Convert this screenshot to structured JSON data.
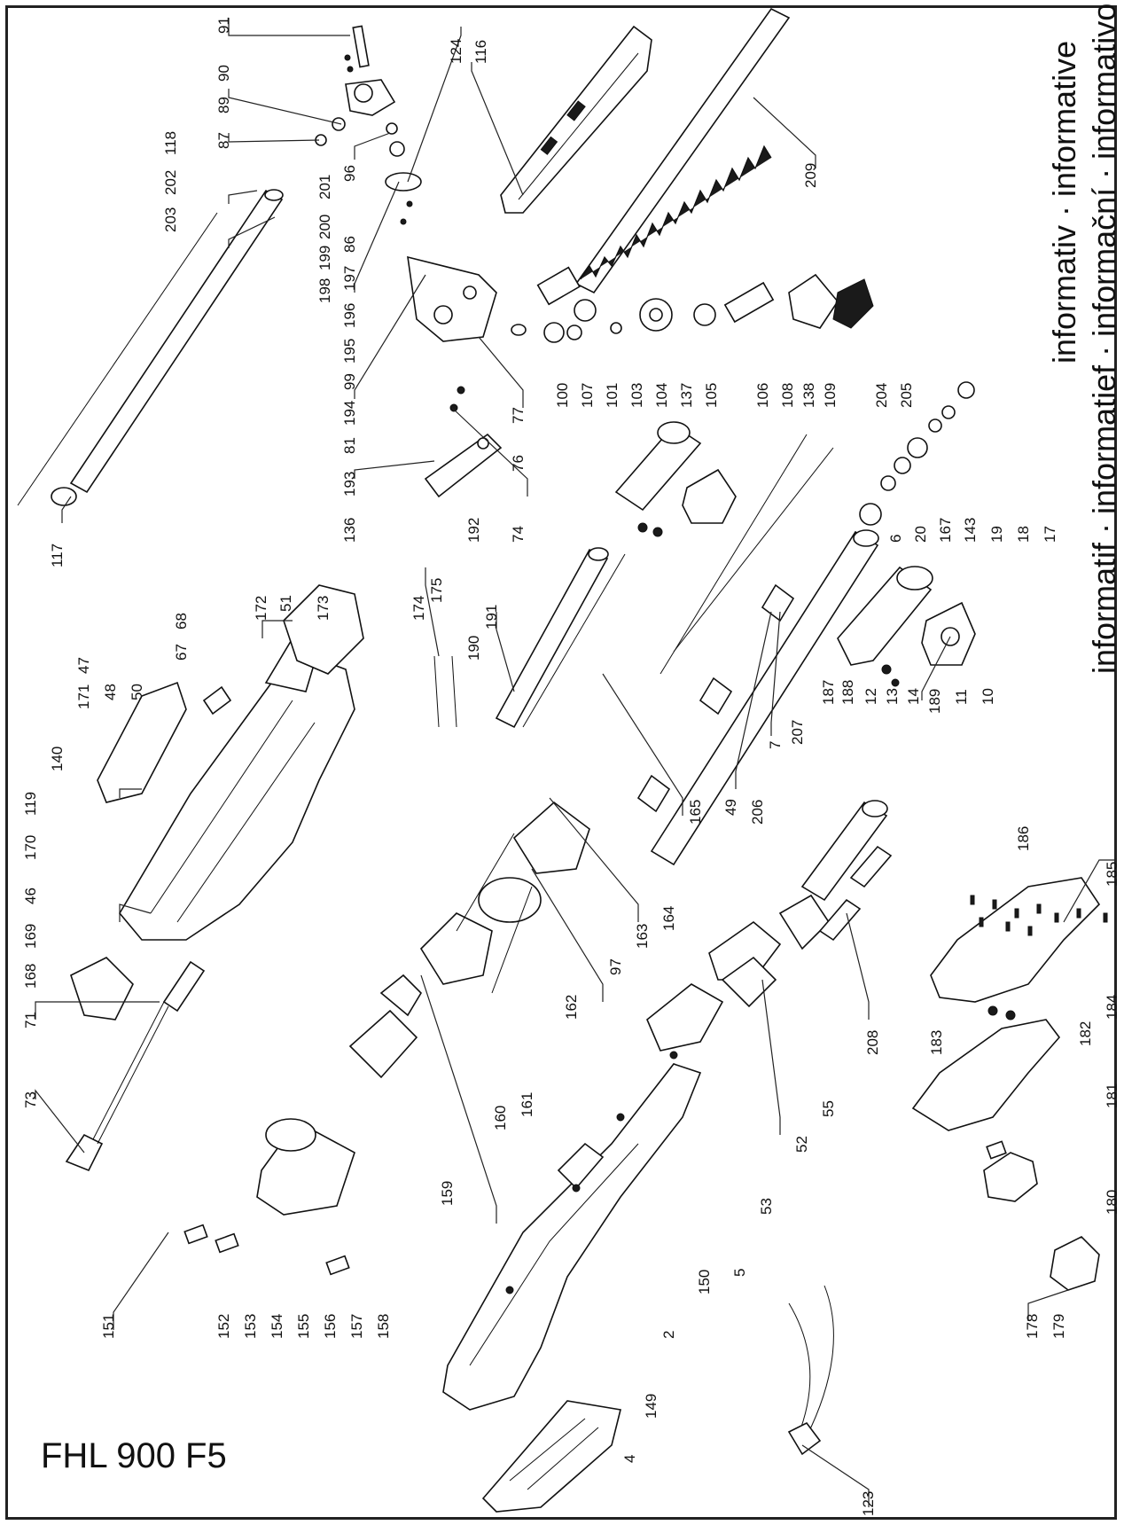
{
  "model": "FHL 900 F5",
  "side_text": {
    "line1": "informativ · informative",
    "line2": "informatif · informatief · informační · informativo"
  },
  "part_numbers": {
    "p1": "91",
    "p2": "90",
    "p3": "89",
    "p4": "87",
    "p5": "118",
    "p6": "202",
    "p7": "203",
    "p8": "124",
    "p9": "116",
    "p10": "96",
    "p11": "201",
    "p12": "200",
    "p13": "199",
    "p14": "198",
    "p15": "86",
    "p16": "197",
    "p17": "196",
    "p18": "195",
    "p19": "99",
    "p20": "194",
    "p21": "81",
    "p22": "193",
    "p23": "136",
    "p24": "192",
    "p25": "76",
    "p26": "77",
    "p27": "74",
    "p28": "209",
    "p29": "100",
    "p30": "107",
    "p31": "101",
    "p32": "103",
    "p33": "104",
    "p34": "137",
    "p35": "105",
    "p36": "106",
    "p37": "108",
    "p38": "138",
    "p39": "109",
    "p40": "204",
    "p41": "205",
    "p42": "17",
    "p43": "18",
    "p44": "19",
    "p45": "143",
    "p46": "167",
    "p47": "20",
    "p48": "6",
    "p49": "117",
    "p50": "172",
    "p51": "68",
    "p52": "51",
    "p53": "173",
    "p54": "67",
    "p55": "174",
    "p56": "175",
    "p57": "191",
    "p58": "190",
    "p59": "171",
    "p60": "47",
    "p61": "48",
    "p62": "50",
    "p63": "119",
    "p64": "140",
    "p65": "170",
    "p66": "46",
    "p67": "169",
    "p68": "168",
    "p69": "71",
    "p70": "73",
    "p71": "187",
    "p72": "188",
    "p73": "12",
    "p74": "13",
    "p75": "14",
    "p76": "189",
    "p77": "11",
    "p78": "10",
    "p79": "207",
    "p80": "7",
    "p81": "206",
    "p82": "49",
    "p83": "165",
    "p84": "164",
    "p85": "163",
    "p86": "97",
    "p87": "162",
    "p88": "161",
    "p89": "160",
    "p90": "159",
    "p91": "158",
    "p92": "157",
    "p93": "156",
    "p94": "155",
    "p95": "154",
    "p96": "153",
    "p97": "152",
    "p98": "151",
    "p99": "186",
    "p100": "185",
    "p101": "208",
    "p102": "55",
    "p103": "52",
    "p104": "53",
    "p105": "5",
    "p106": "150",
    "p107": "2",
    "p108": "149",
    "p109": "4",
    "p110": "184",
    "p111": "182",
    "p112": "183",
    "p113": "181",
    "p114": "180",
    "p115": "179",
    "p116": "178",
    "p117": "123"
  }
}
